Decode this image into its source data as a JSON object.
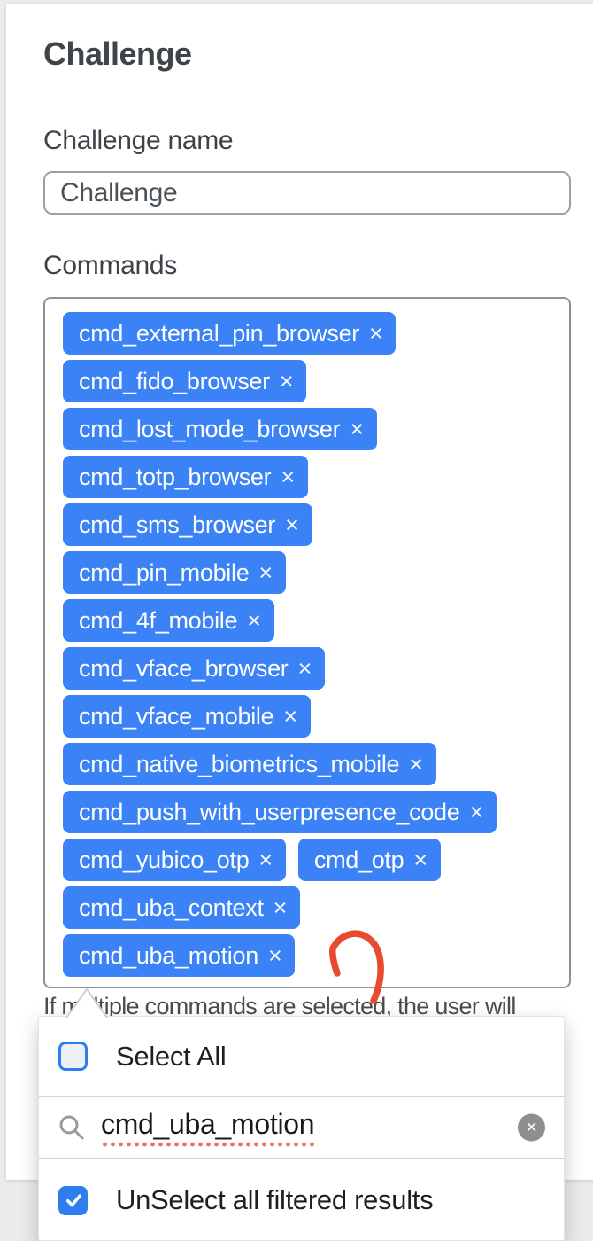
{
  "page": {
    "title": "Challenge",
    "name_label": "Challenge name",
    "name_value": "Challenge",
    "commands_label": "Commands",
    "hint_text": "If multiple commands are selected, the user will"
  },
  "commands": {
    "remove_icon": "×",
    "rows": [
      [
        "cmd_external_pin_browser"
      ],
      [
        "cmd_fido_browser"
      ],
      [
        "cmd_lost_mode_browser"
      ],
      [
        "cmd_totp_browser"
      ],
      [
        "cmd_sms_browser"
      ],
      [
        "cmd_pin_mobile"
      ],
      [
        "cmd_4f_mobile"
      ],
      [
        "cmd_vface_browser"
      ],
      [
        "cmd_vface_mobile"
      ],
      [
        "cmd_native_biometrics_mobile"
      ],
      [
        "cmd_push_with_userpresence_code"
      ],
      [
        "cmd_yubico_otp",
        "cmd_otp"
      ],
      [
        "cmd_uba_context"
      ],
      [
        "cmd_uba_motion"
      ]
    ]
  },
  "annotation": {
    "arrow_color": "#e84a2f",
    "points_at": "cmd_uba_motion"
  },
  "dropdown": {
    "select_all_label": "Select All",
    "select_all_checked": false,
    "search_value": "cmd_uba_motion",
    "clear_icon": "✕",
    "unselect_label": "UnSelect all filtered results",
    "unselect_checked": true
  },
  "colors": {
    "chip_blue": "#3b82f6",
    "checkbox_blue": "#2e7ef0",
    "arrow_red": "#e84a2f",
    "squiggle_red": "#f07368"
  }
}
